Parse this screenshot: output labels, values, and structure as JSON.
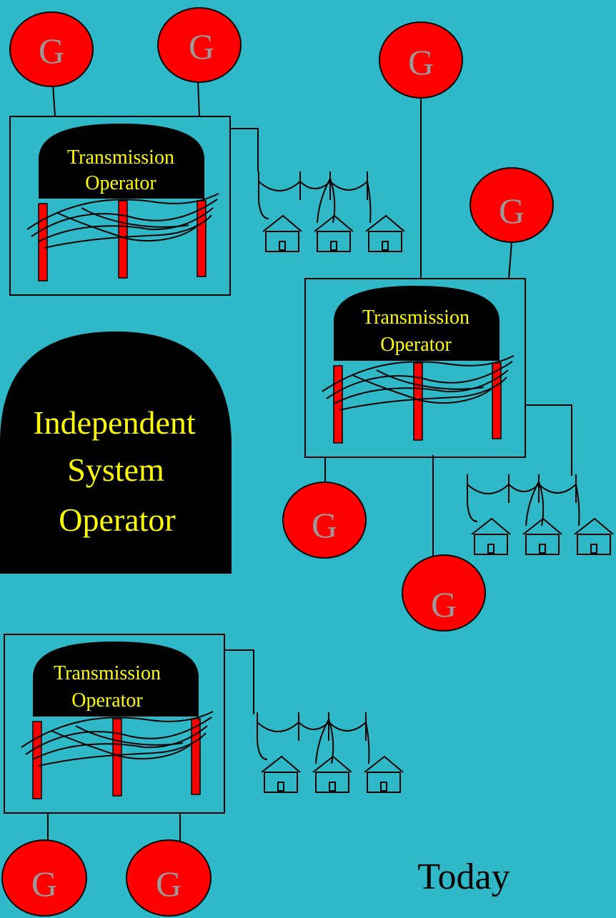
{
  "colors": {
    "background": "#2fb9c8",
    "generator_fill": "#ff0000",
    "generator_label": "#9a9a9a",
    "operator_dome": "#000000",
    "operator_text": "#ffff00",
    "tower": "#ff0000"
  },
  "generator_label": "G",
  "transmission_operator": {
    "line1": "Transmission",
    "line2": "Operator"
  },
  "iso": {
    "line1": "Independent",
    "line2": "System",
    "line3": "Operator"
  },
  "caption": "Today"
}
